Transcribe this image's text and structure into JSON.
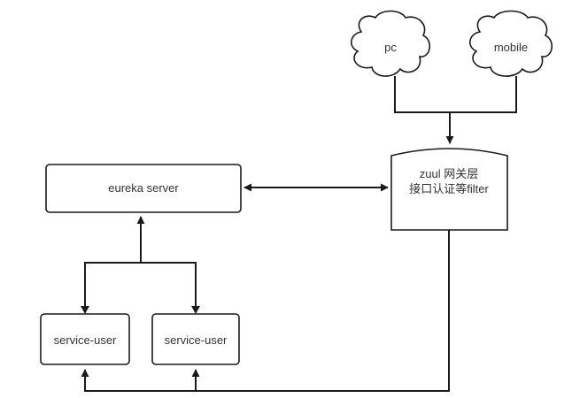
{
  "nodes": {
    "pc": "pc",
    "mobile": "mobile",
    "gateway_line1": "zuul 网关层",
    "gateway_line2": "接口认证等filter",
    "eureka": "eureka server",
    "service_user_1": "service-user",
    "service_user_2": "service-user"
  },
  "colors": {
    "stroke": "#1a1a1a",
    "fill": "#ffffff",
    "text": "#333333"
  }
}
